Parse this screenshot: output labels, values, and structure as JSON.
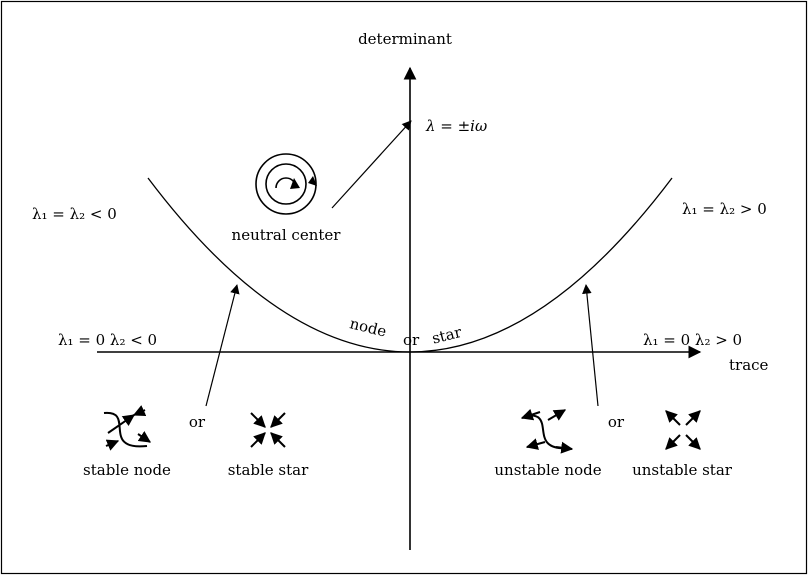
{
  "axes": {
    "y_label": "determinant",
    "x_label": "trace"
  },
  "regions": {
    "center_eigen": "λ = ±iω",
    "left_parabola": "λ₁ = λ₂ < 0",
    "right_parabola": "λ₁ = λ₂ > 0",
    "left_axis": "λ₁ = 0 λ₂ < 0",
    "right_axis": "λ₁ = 0 λ₂ > 0",
    "vertex_node": "node",
    "vertex_or": "or",
    "vertex_star": "star"
  },
  "portraits": {
    "neutral_center": "neutral center",
    "stable_node": "stable node",
    "stable_star": "stable star",
    "unstable_node": "unstable node",
    "unstable_star": "unstable star",
    "left_or": "or",
    "right_or": "or"
  }
}
